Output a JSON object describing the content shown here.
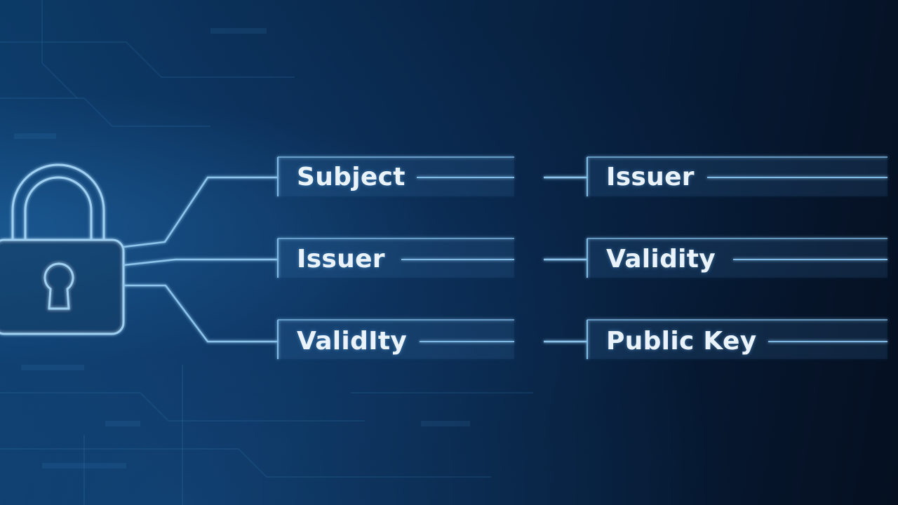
{
  "colors": {
    "line": "#9fd0f2",
    "text": "#eaf3fb",
    "background_light": "#0c3a66",
    "background_dark": "#050f20"
  },
  "icons": {
    "lock": "padlock-icon"
  },
  "left_column": {
    "fields": [
      {
        "label": "Subject"
      },
      {
        "label": "Issuer"
      },
      {
        "label": "ValidIty"
      }
    ]
  },
  "right_column": {
    "fields": [
      {
        "label": "Issuer"
      },
      {
        "label": "Validity"
      },
      {
        "label": "Public Key"
      }
    ]
  }
}
